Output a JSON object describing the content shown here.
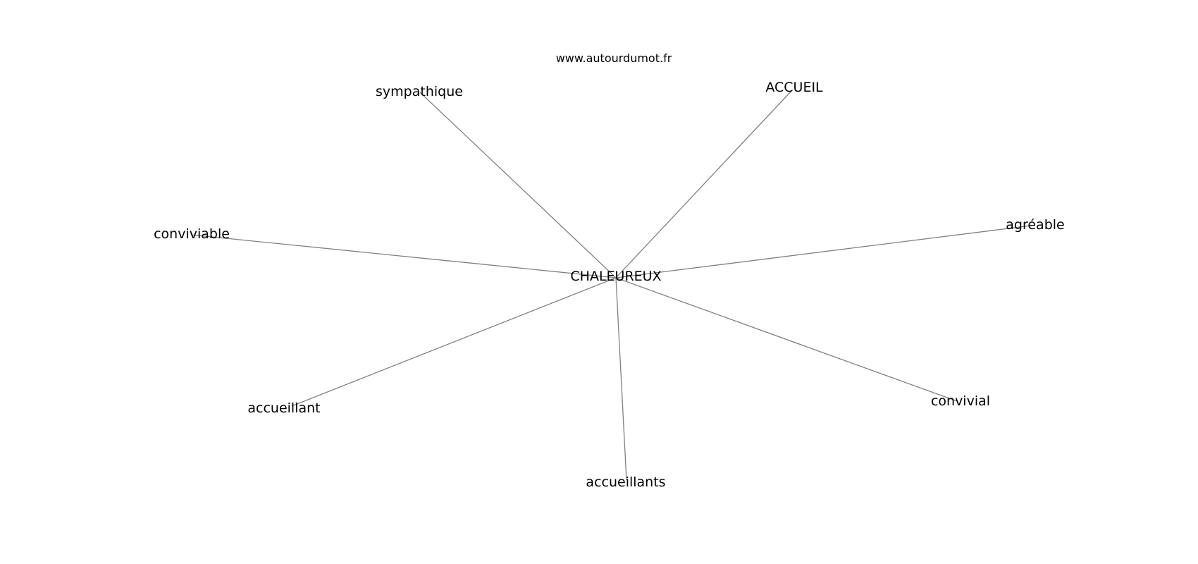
{
  "website": "www.autourdumot.fr",
  "center_word": "CHALEUREUX",
  "related_words": [
    "sympathique",
    "ACCUEIL",
    "agréable",
    "convivial",
    "accueillants",
    "accueillant",
    "conviviable"
  ],
  "colors": {
    "background": "#ffffff",
    "edge": "#808080",
    "text": "#000000"
  }
}
